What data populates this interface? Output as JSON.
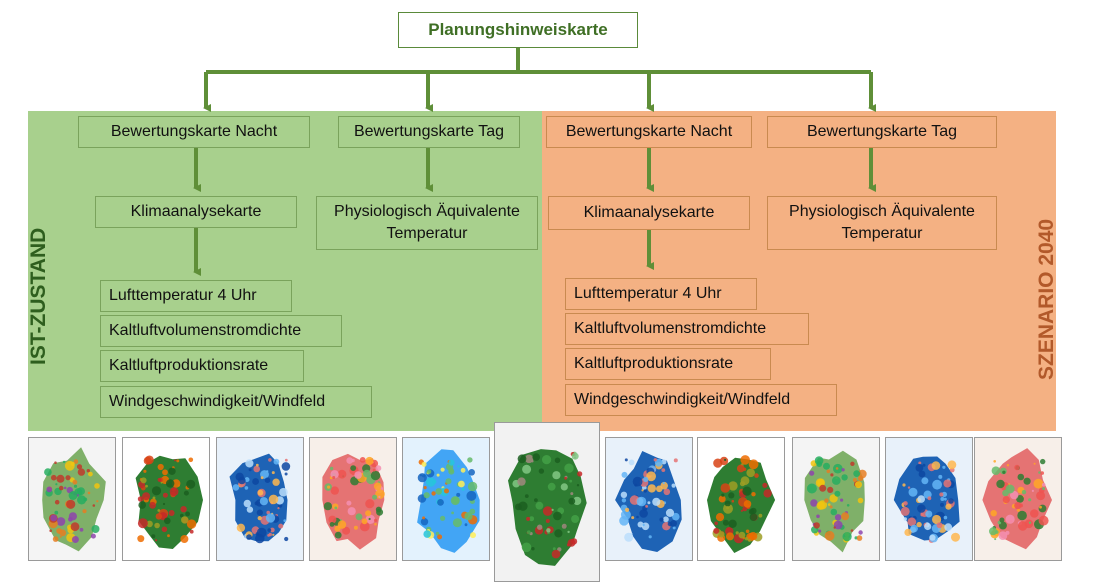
{
  "title": "Planungshinweiskarte",
  "side_labels": {
    "left": "IST-ZUSTAND",
    "right": "SZENARIO 2040"
  },
  "ist": {
    "col1_top": "Bewertungskarte Nacht",
    "col2_top": "Bewertungskarte Tag",
    "col1_mid": "Klimaanalysekarte",
    "col2_mid_line1": "Physiologisch Äquivalente",
    "col2_mid_line2": "Temperatur",
    "items": [
      "Lufttemperatur 4 Uhr",
      "Kaltluftvolumenstromdichte",
      "Kaltluftproduktionsrate",
      "Windgeschwindigkeit/Windfeld"
    ]
  },
  "szenario": {
    "col1_top": "Bewertungskarte Nacht",
    "col2_top": "Bewertungskarte Tag",
    "col1_mid": "Klimaanalysekarte",
    "col2_mid_line1": "Physiologisch Äquivalente",
    "col2_mid_line2": "Temperatur",
    "items": [
      "Lufttemperatur 4 Uhr",
      "Kaltluftvolumenstromdichte",
      "Kaltluftproduktionsrate",
      "Windgeschwindigkeit/Windfeld"
    ]
  },
  "colors": {
    "ist_bg": "#a8d08d",
    "szenario_bg": "#f4b183",
    "arrow": "#5f8f38",
    "title_text": "#3f6f25",
    "ist_label": "#2e5e1e",
    "szenario_label": "#b2592a"
  },
  "thumbnails": [
    {
      "name": "map-ist-bewertung-nacht",
      "style": "mixed"
    },
    {
      "name": "map-ist-bewertung-tag",
      "style": "green-red"
    },
    {
      "name": "map-ist-lufttemperatur",
      "style": "blue"
    },
    {
      "name": "map-ist-kaltluftvolumenstrom",
      "style": "red-green"
    },
    {
      "name": "map-ist-kaltluftproduktion",
      "style": "blue-green"
    },
    {
      "name": "map-planungshinweiskarte",
      "style": "green-dark"
    },
    {
      "name": "map-sz-lufttemperatur",
      "style": "blue"
    },
    {
      "name": "map-sz-bewertung-tag",
      "style": "green-red"
    },
    {
      "name": "map-sz-bewertung-nacht",
      "style": "mixed"
    },
    {
      "name": "map-sz-kaltluftproduktion",
      "style": "blue"
    },
    {
      "name": "map-sz-kaltluftvolumenstrom",
      "style": "red-green"
    }
  ]
}
